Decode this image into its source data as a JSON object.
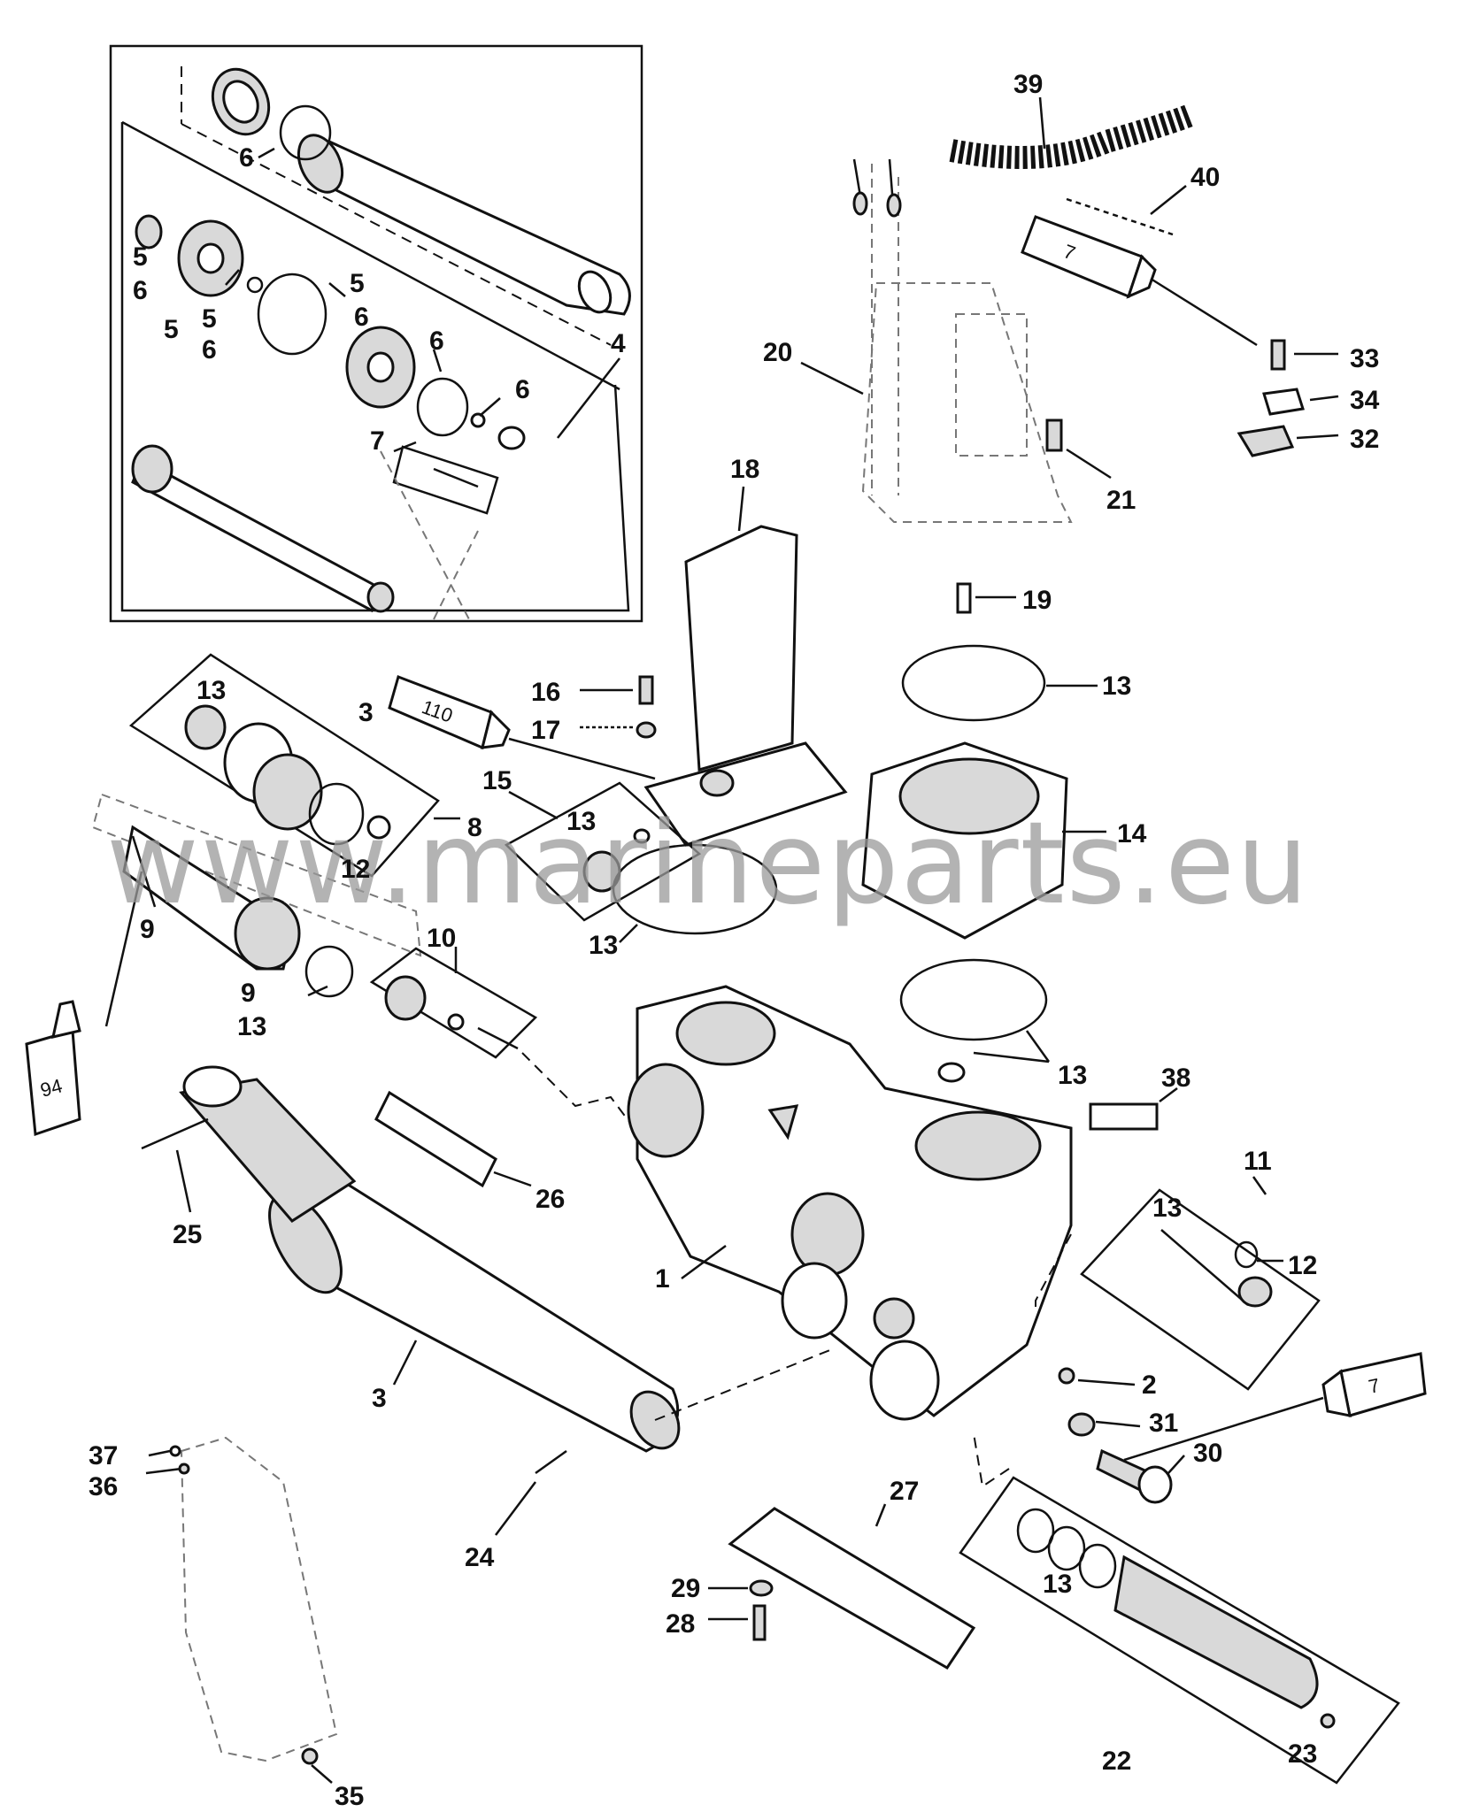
{
  "watermark": "www.marineparts.eu",
  "labels": {
    "l39": "39",
    "l40": "40",
    "l6a": "6",
    "l5a": "5",
    "l6b": "6",
    "l5b": "5",
    "l5c": "5",
    "l6c": "6",
    "l5d": "5",
    "l6d": "6",
    "l6e": "6",
    "l4": "4",
    "l6f": "6",
    "l7a": "7",
    "l20": "20",
    "l33": "33",
    "l34": "34",
    "l32": "32",
    "l21": "21",
    "l18": "18",
    "l19": "19",
    "l3a": "3",
    "l13a": "13",
    "l16": "16",
    "l17": "17",
    "l13b": "13",
    "l15": "15",
    "l13c": "13",
    "l14": "14",
    "l8": "8",
    "l12a": "12",
    "l13d": "13",
    "l9a": "9",
    "l9b": "9",
    "l13e": "13",
    "l10": "10",
    "l13f": "13",
    "l38": "38",
    "l11": "11",
    "l13g": "13",
    "l12b": "12",
    "l25": "25",
    "l26": "26",
    "l1": "1",
    "l2": "2",
    "l3b": "3",
    "l31": "31",
    "l30": "30",
    "l37": "37",
    "l36": "36",
    "l24": "24",
    "l27": "27",
    "l13h": "13",
    "l29": "29",
    "l28": "28",
    "l22": "22",
    "l23": "23",
    "l35": "35"
  },
  "tubes": {
    "t110": "110",
    "t94": "94",
    "t7a": "7",
    "t7b": "7"
  }
}
